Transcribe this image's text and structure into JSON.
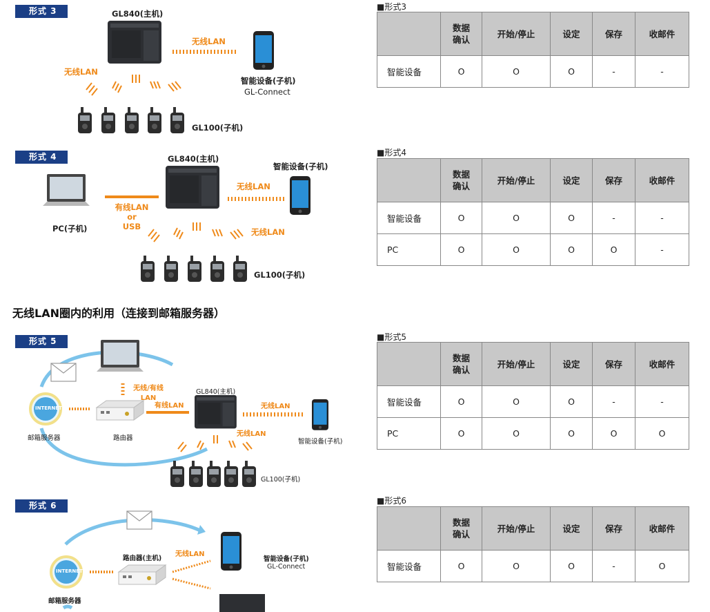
{
  "diagrams": {
    "d3": {
      "badge": "形式 3",
      "host": "GL840(主机)",
      "wireless_top": "无线LAN",
      "wireless_left": "无线LAN",
      "smart_label": "智能设备(子机)",
      "smart_app": "GL-Connect",
      "child": "GL100(子机)"
    },
    "d4": {
      "badge": "形式 4",
      "host": "GL840(主机)",
      "smart_label": "智能设备(子机)",
      "wireless_top": "无线LAN",
      "wireless_right": "无线LAN",
      "wired_line1": "有线LAN",
      "wired_line2": "or",
      "wired_line3": "USB",
      "pc_label": "PC(子机)",
      "child": "GL100(子机)"
    },
    "section_title": "无线LAN圈内的利用（连接到邮箱服务器）",
    "d5": {
      "badge": "形式 5",
      "internet": "INTERNET",
      "mail_server": "邮箱服务器",
      "router": "路由器",
      "wl_wired_1": "无线/有线",
      "wl_wired_2": "LAN",
      "wired": "有线LAN",
      "host": "GL840(主机)",
      "wireless_right": "无线LAN",
      "wireless_bottom": "无线LAN",
      "smart_label": "智能设备(子机)",
      "child": "GL100(子机)"
    },
    "d6": {
      "badge": "形式 6",
      "internet": "INTERNET",
      "mail_server": "邮箱服务器",
      "router": "路由器(主机)",
      "wireless": "无线LAN",
      "smart_label": "智能设备(子机)",
      "smart_app": "GL-Connect"
    }
  },
  "tables": {
    "headers": [
      "",
      "数据确认",
      "开始/停止",
      "设定",
      "保存",
      "收邮件"
    ],
    "t3": {
      "caption": "■形式3",
      "rows": [
        [
          "智能设备",
          "O",
          "O",
          "O",
          "-",
          "-"
        ]
      ]
    },
    "t4": {
      "caption": "■形式4",
      "rows": [
        [
          "智能设备",
          "O",
          "O",
          "O",
          "-",
          "-"
        ],
        [
          "PC",
          "O",
          "O",
          "O",
          "O",
          "-"
        ]
      ]
    },
    "t5": {
      "caption": "■形式5",
      "rows": [
        [
          "智能设备",
          "O",
          "O",
          "O",
          "-",
          "-"
        ],
        [
          "PC",
          "O",
          "O",
          "O",
          "O",
          "O"
        ]
      ]
    },
    "t6": {
      "caption": "■形式6",
      "rows": [
        [
          "智能设备",
          "O",
          "O",
          "O",
          "-",
          "O"
        ]
      ]
    }
  },
  "colors": {
    "badge": "#1b3f86",
    "orange": "#ef8a1a",
    "header_bg": "#c8c8c8",
    "arc": "#7cc3ea"
  }
}
